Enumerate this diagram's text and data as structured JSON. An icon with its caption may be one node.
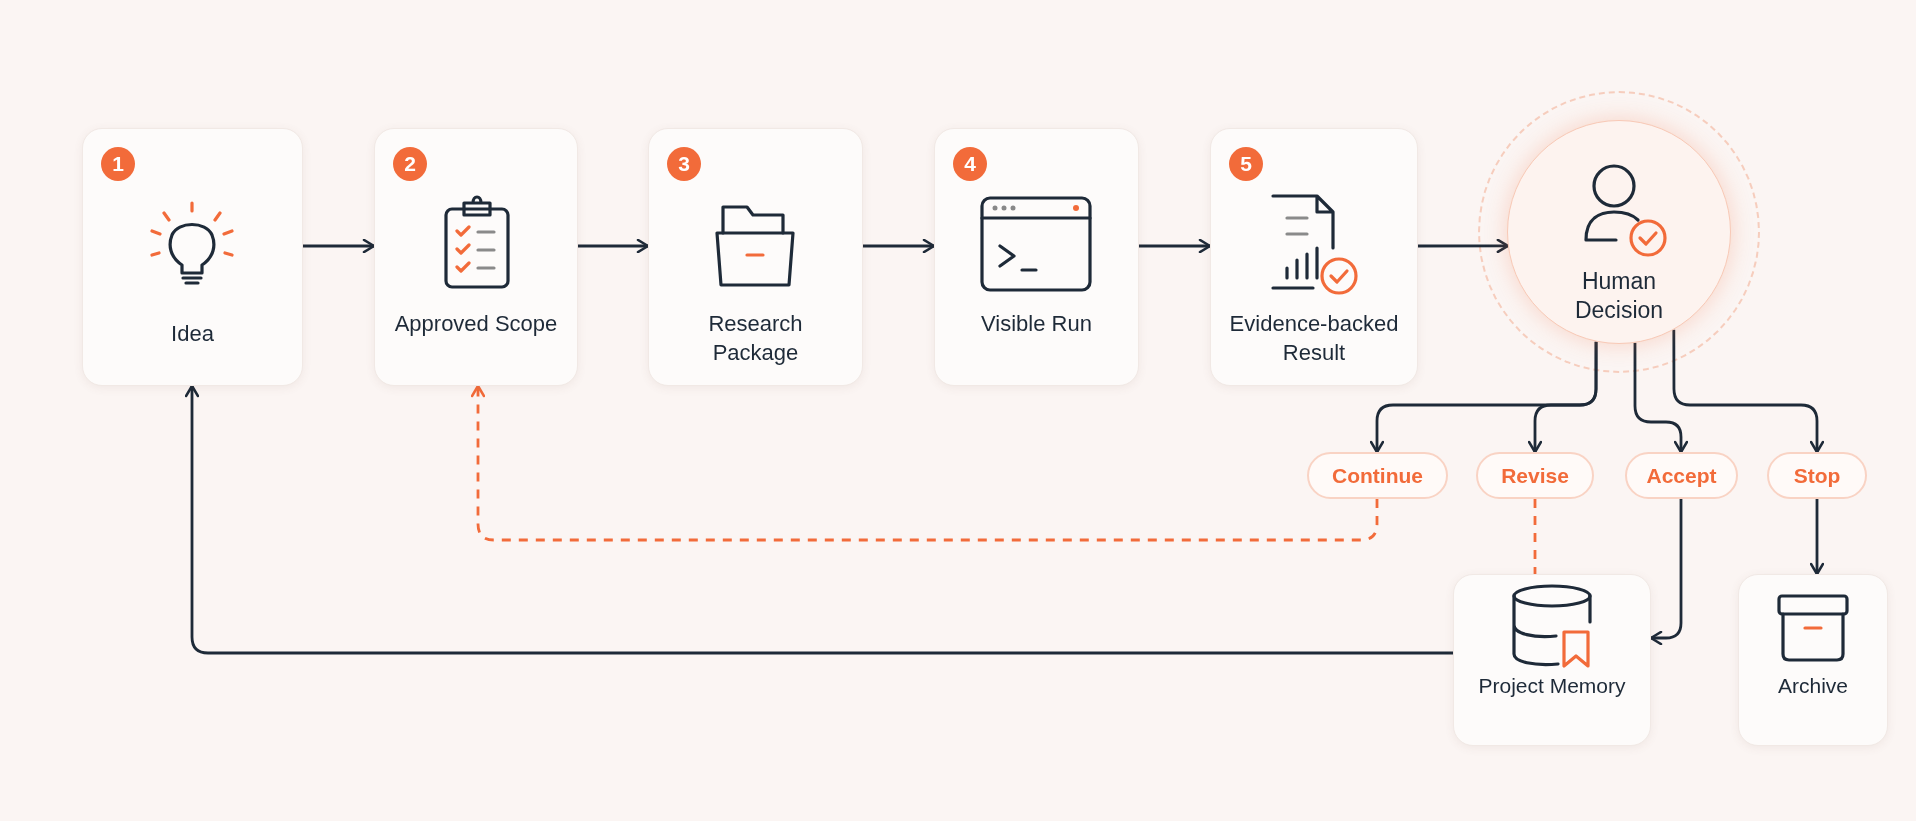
{
  "diagram": {
    "nodes": [
      {
        "text": [
          "1",
          "Idea"
        ]
      },
      {
        "text": [
          "2",
          "Approved Scope"
        ]
      },
      {
        "text": [
          "3",
          "Research Package"
        ]
      },
      {
        "text": [
          "4",
          "Visible Run"
        ]
      },
      {
        "text": [
          "5",
          "Evidence-backed Result"
        ]
      },
      {
        "text": [
          "Human Decision"
        ]
      },
      {
        "text": [
          "Continue"
        ]
      },
      {
        "text": [
          "Revise"
        ]
      },
      {
        "text": [
          "Accept"
        ]
      },
      {
        "text": [
          "Stop"
        ]
      },
      {
        "text": [
          "Project Memory"
        ]
      },
      {
        "text": [
          "Archive"
        ]
      }
    ],
    "edges": [
      {
        "from": 0,
        "to": 1,
        "arrow": "to"
      },
      {
        "from": 1,
        "to": 2,
        "arrow": "to"
      },
      {
        "from": 2,
        "to": 3,
        "arrow": "to"
      },
      {
        "from": 3,
        "to": 4,
        "arrow": "to"
      },
      {
        "from": 4,
        "to": 5,
        "arrow": "to"
      },
      {
        "from": 5,
        "to": 6,
        "arrow": "to"
      },
      {
        "from": 5,
        "to": 7,
        "arrow": "to"
      },
      {
        "from": 5,
        "to": 8,
        "arrow": "to"
      },
      {
        "from": 5,
        "to": 9,
        "arrow": "to"
      },
      {
        "from": 6,
        "to": 1,
        "arrow": "to",
        "style": "dashed",
        "color": "#f26b3a"
      },
      {
        "from": 7,
        "to": 10,
        "arrow": "none",
        "style": "dashed",
        "color": "#f26b3a"
      },
      {
        "from": 8,
        "to": 10,
        "arrow": "to"
      },
      {
        "from": 9,
        "to": 11,
        "arrow": "to"
      },
      {
        "from": 10,
        "to": 0,
        "arrow": "to"
      }
    ]
  }
}
